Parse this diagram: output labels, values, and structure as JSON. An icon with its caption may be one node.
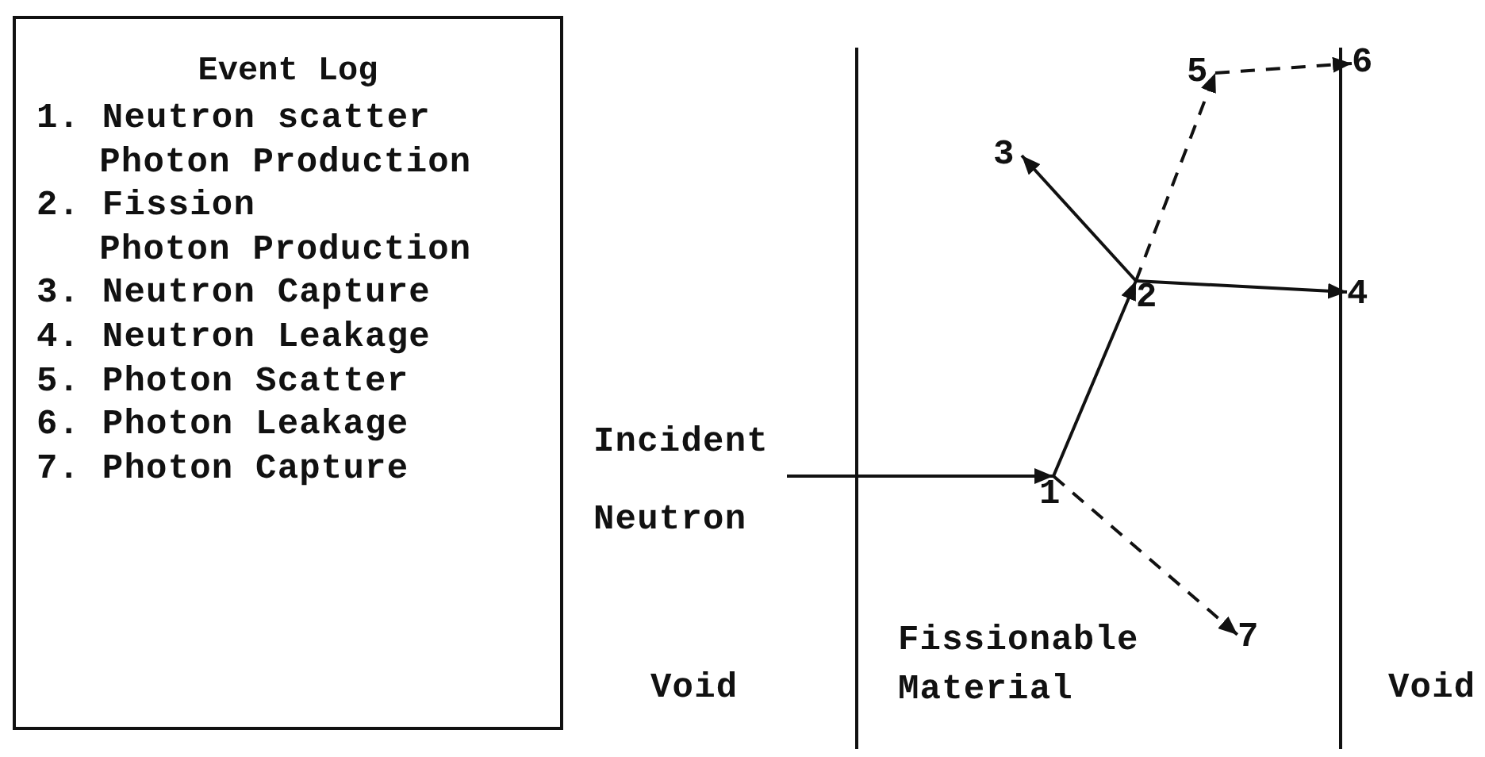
{
  "diagram": {
    "nodes": [
      {
        "text": [
          "Event Log",
          "1. Neutron scatter Photon Production",
          "2. Fission Photon Production",
          "3. Neutron Capture",
          "4. Neutron Leakage",
          "5. Photon Scatter",
          "6. Photon Leakage",
          "7. Photon Capture"
        ]
      },
      {
        "text": [
          "Incident Neutron"
        ]
      },
      {
        "text": [
          "1"
        ]
      },
      {
        "text": [
          "2"
        ]
      },
      {
        "text": [
          "3"
        ]
      },
      {
        "text": [
          "4"
        ]
      },
      {
        "text": [
          "5"
        ]
      },
      {
        "text": [
          "6"
        ]
      },
      {
        "text": [
          "7"
        ]
      }
    ],
    "edges": [
      {
        "from": 1,
        "to": 2,
        "arrow": "to"
      },
      {
        "from": 2,
        "to": 3,
        "arrow": "to"
      },
      {
        "from": 3,
        "to": 4,
        "arrow": "to"
      },
      {
        "from": 3,
        "to": 5,
        "arrow": "to"
      },
      {
        "from": 3,
        "to": 6,
        "arrow": "to",
        "style": "dashed"
      },
      {
        "from": 6,
        "to": 7,
        "arrow": "to",
        "style": "dashed"
      },
      {
        "from": 2,
        "to": 8,
        "arrow": "to",
        "style": "dashed"
      }
    ],
    "labels": [
      "Void",
      "Fissionable Material",
      "Void"
    ]
  }
}
